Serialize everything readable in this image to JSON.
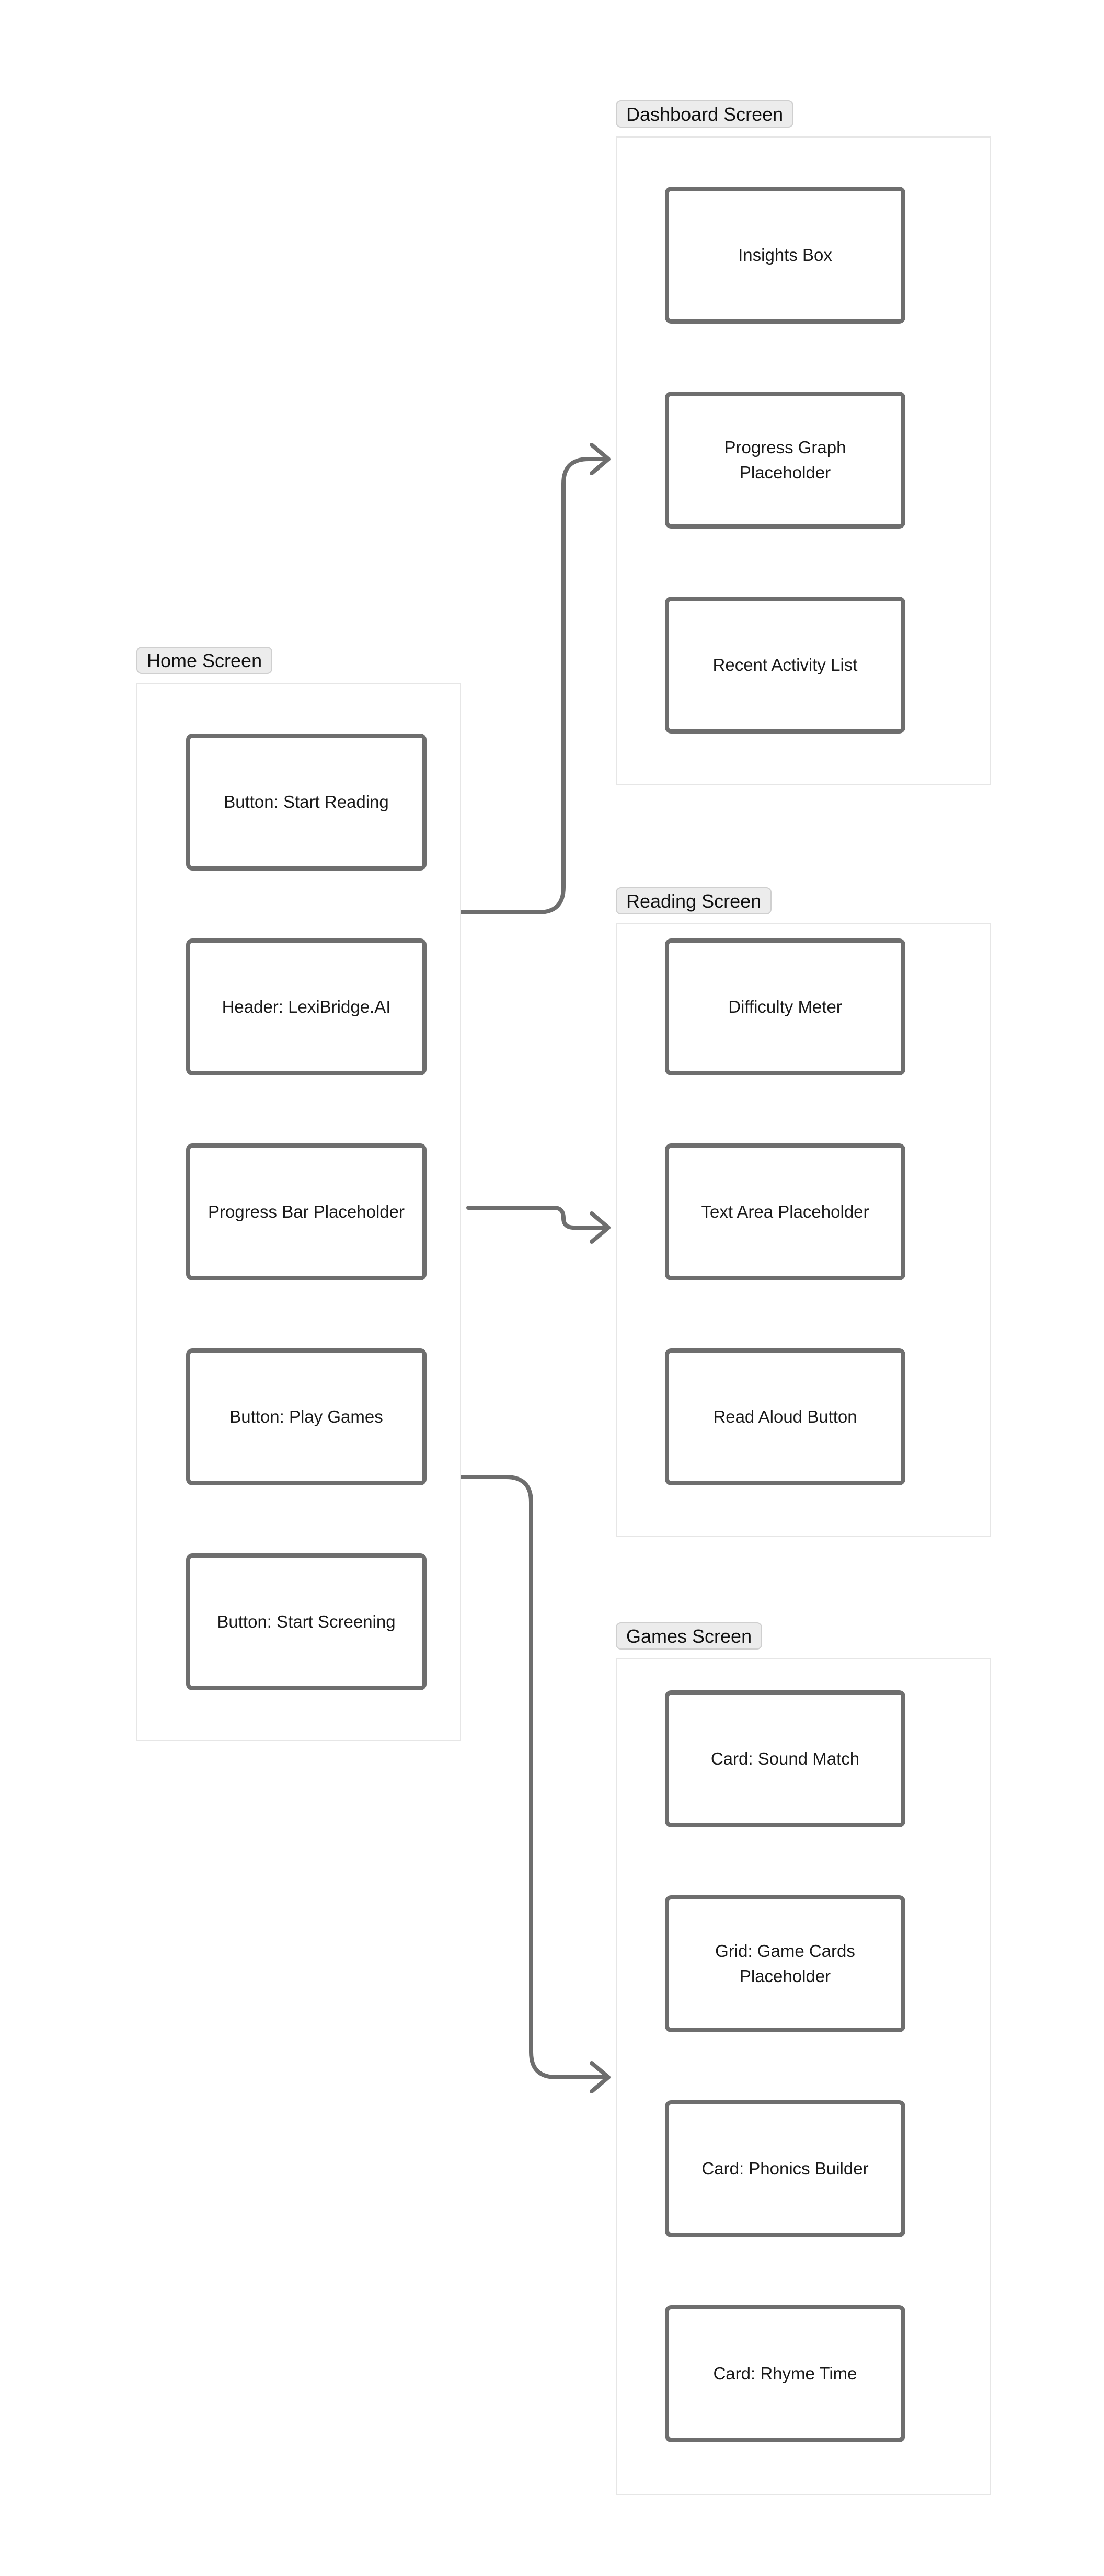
{
  "frames": {
    "home": {
      "label": "Home Screen",
      "items": [
        "Button: Start Reading",
        "Header: LexiBridge.AI",
        "Progress Bar Placeholder",
        "Button: Play Games",
        "Button: Start Screening"
      ]
    },
    "dashboard": {
      "label": "Dashboard Screen",
      "items": [
        "Insights Box",
        "Progress Graph Placeholder",
        "Recent Activity List"
      ]
    },
    "reading": {
      "label": "Reading Screen",
      "items": [
        "Difficulty Meter",
        "Text Area Placeholder",
        "Read Aloud Button"
      ]
    },
    "games": {
      "label": "Games Screen",
      "items": [
        "Card: Sound Match",
        "Grid: Game Cards Placeholder",
        "Card: Phonics Builder",
        "Card: Rhyme Time"
      ]
    }
  },
  "connections": [
    {
      "from": "Home Screen",
      "to": "Dashboard Screen"
    },
    {
      "from": "Home Screen",
      "to": "Reading Screen"
    },
    {
      "from": "Home Screen",
      "to": "Games Screen"
    }
  ],
  "colors": {
    "connector": "#6e6e6e",
    "box_border": "#6e6e6e",
    "frame_border": "#e6e6e6",
    "label_bg": "#ececec"
  }
}
